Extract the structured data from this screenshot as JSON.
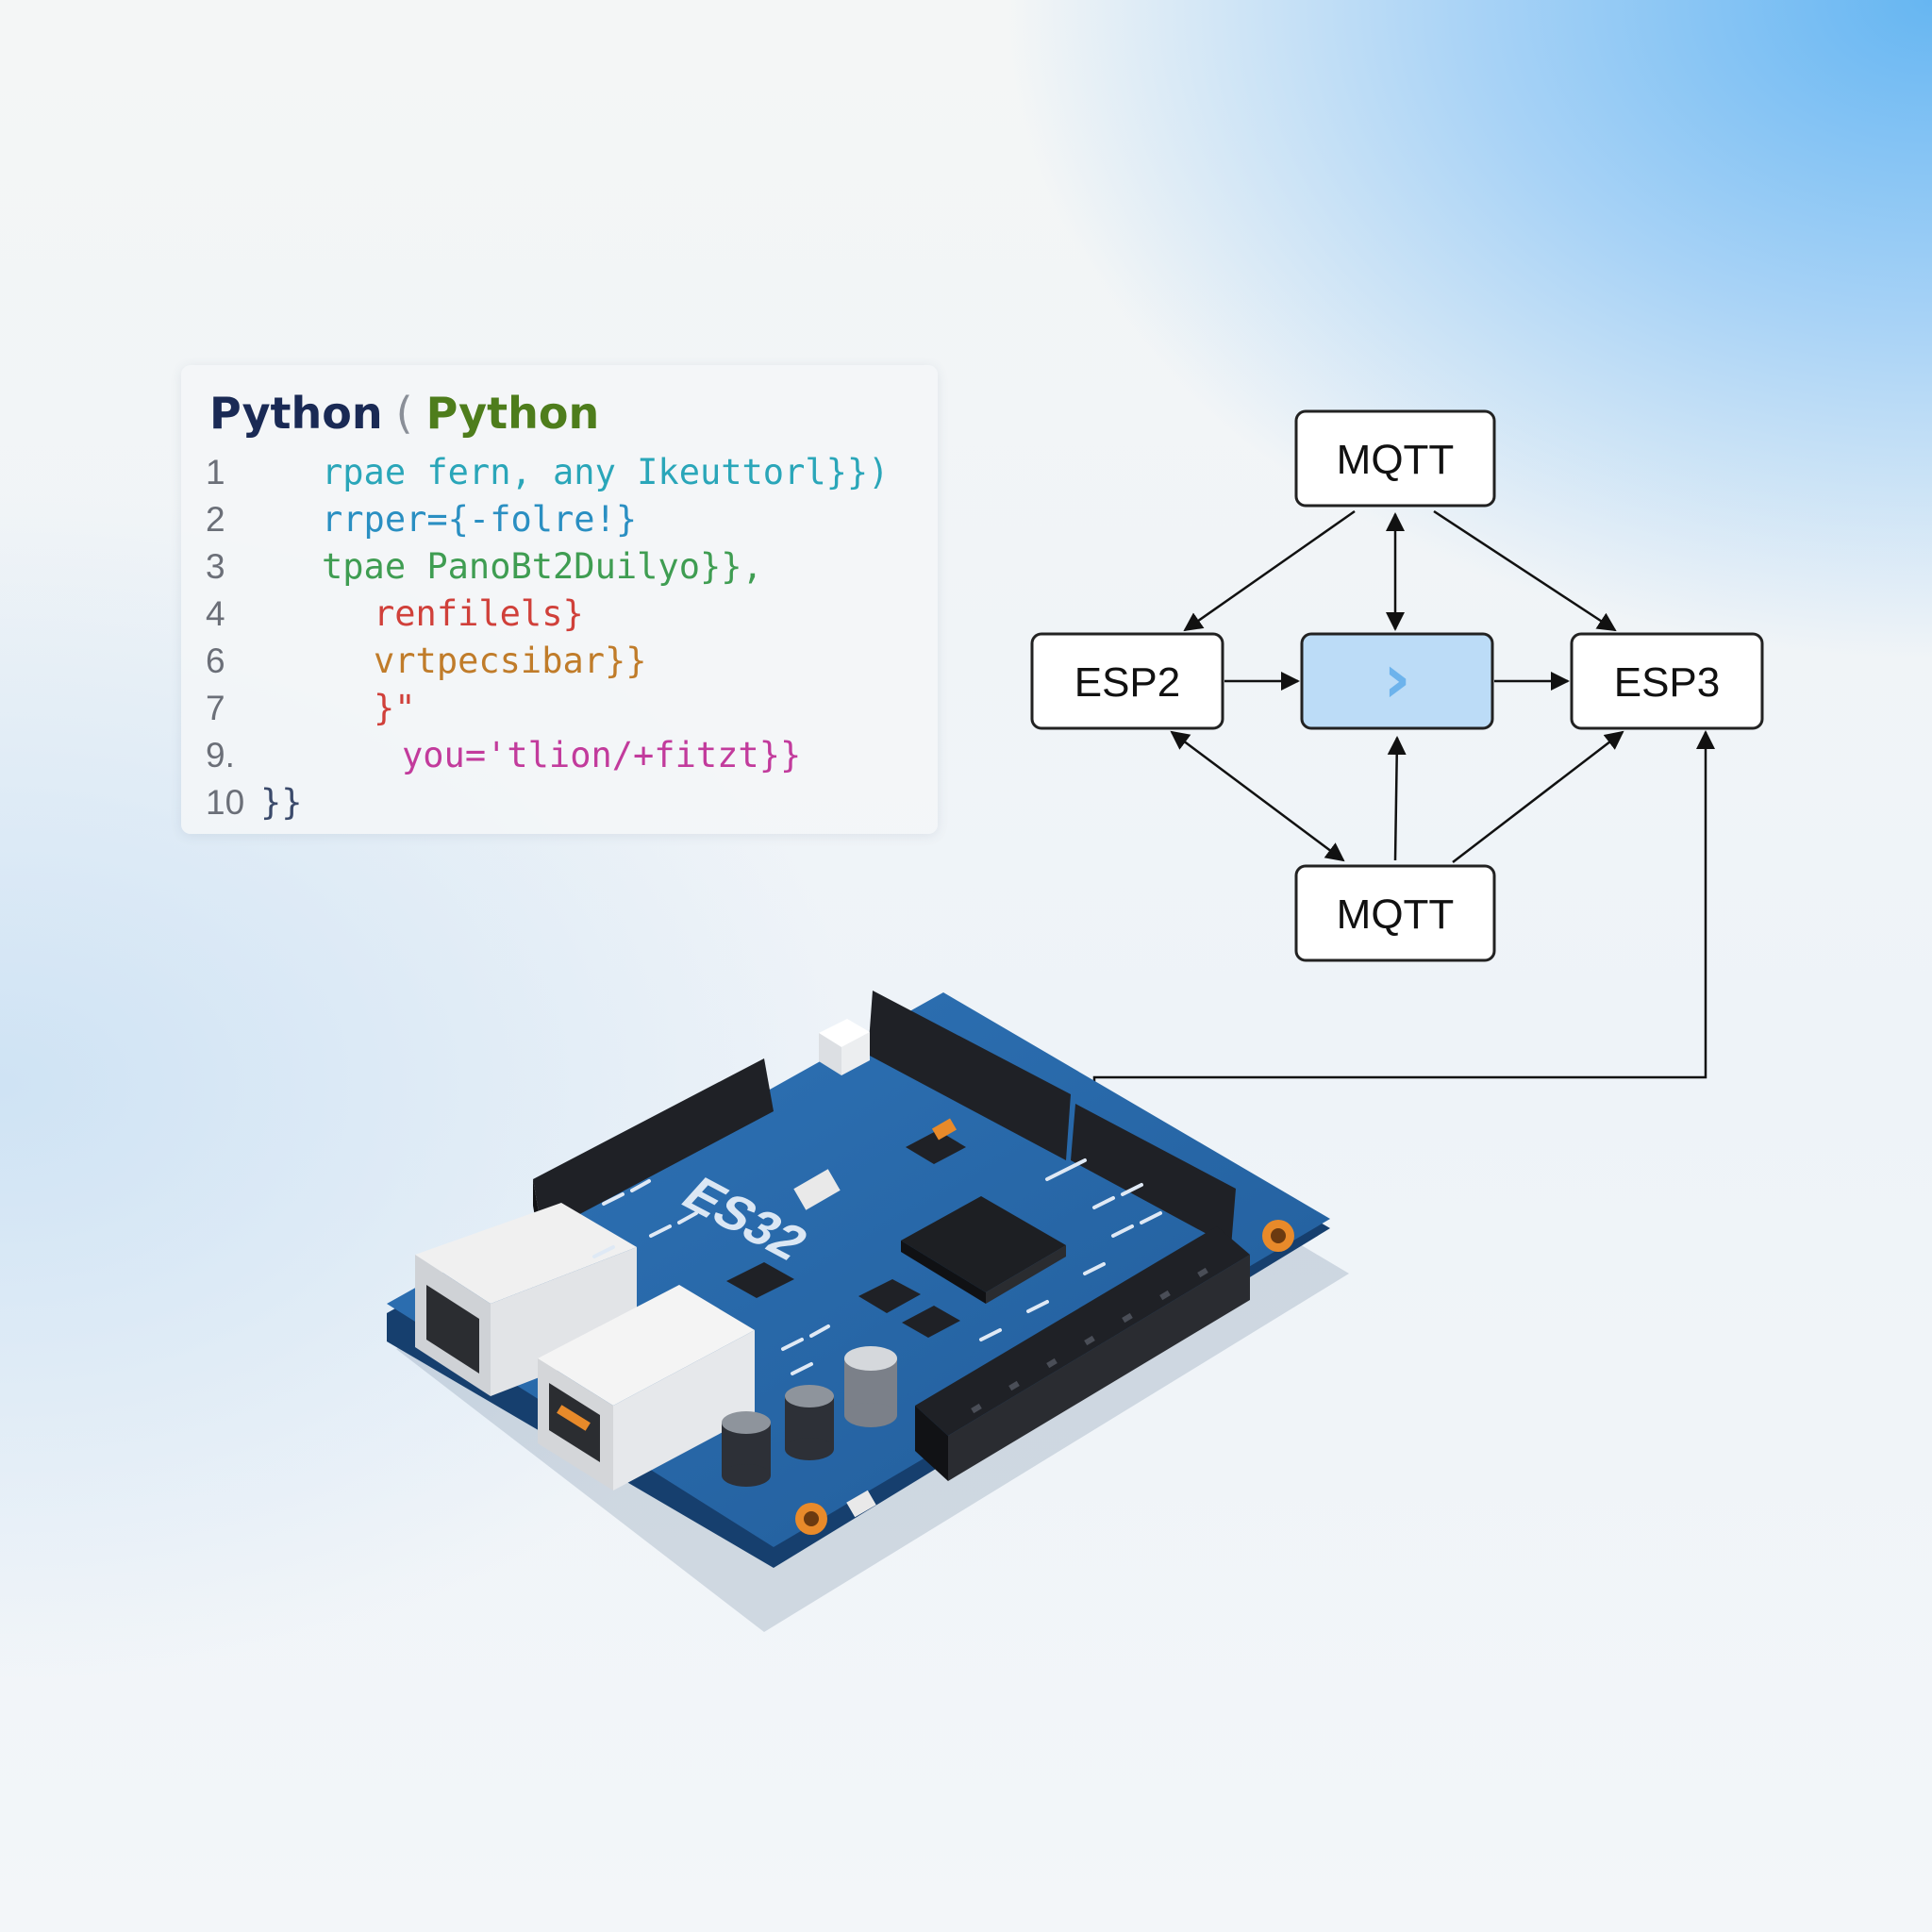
{
  "code_panel": {
    "title": {
      "part1": "Python",
      "separator": "(",
      "part2": "Python"
    },
    "lines": [
      {
        "num": "1",
        "text": "rpae  fern, any Ikeuttorl}})",
        "color": "#2aa6b9"
      },
      {
        "num": "2",
        "text": "rrper={-folre!}",
        "color": "#2a8fc2"
      },
      {
        "num": "3",
        "text": "tpae  PanoBt2Duilyo}},",
        "color": "#3f9d52"
      },
      {
        "num": "4",
        "text": "renfilels}",
        "color": "#d0403a"
      },
      {
        "num": "6",
        "text": "vrtpecsibar}}",
        "color": "#c07c2a"
      },
      {
        "num": "7",
        "text": "}\"",
        "color": "#d0403a"
      },
      {
        "num": "9.",
        "text": "you='tlion/+fitzt}}",
        "color": "#c23b9c"
      },
      {
        "num": "10",
        "text": "}}",
        "color": "#3b4a6b"
      }
    ]
  },
  "diagram": {
    "nodes": {
      "mqtt_top": "MQTT",
      "esp2": "ESP2",
      "center": "›",
      "esp3": "ESP3",
      "mqtt_bottom": "MQTT"
    },
    "colors": {
      "node_border": "#222222",
      "node_fill": "#ffffff",
      "center_fill": "#bcdcf7",
      "center_glyph": "#6db3ec"
    }
  },
  "board": {
    "label": "ES32",
    "colors": {
      "pcb": "#2a67a6",
      "pcb_edge": "#163f6e",
      "header": "#1f2126",
      "pad": "#e88a2a"
    }
  }
}
